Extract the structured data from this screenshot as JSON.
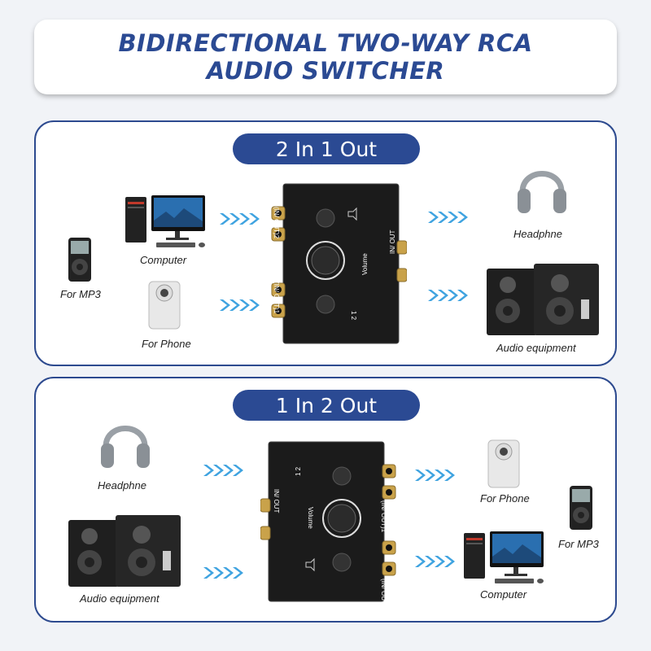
{
  "title": {
    "line1": "BIDIRECTIONAL TWO-WAY RCA",
    "line2": "AUDIO SWITCHER"
  },
  "top_panel": {
    "heading": "2 In 1 Out",
    "inputs": [
      "Computer",
      "For MP3",
      "For Phone"
    ],
    "outputs": [
      "Headphne",
      "Audio equipment"
    ],
    "device": {
      "port_label_a": "(IN/ OUT)2",
      "port_label_b": "(IN/ OUT)1",
      "port_label_c": "IN/ OUT",
      "volume_label": "Volume",
      "switch_marks": "1  2"
    }
  },
  "bottom_panel": {
    "heading": "1 In 2 Out",
    "inputs": [
      "Headphne",
      "Audio equipment"
    ],
    "outputs": [
      "For Phone",
      "For MP3",
      "Computer"
    ],
    "device": {
      "port_label_a": "(IN/ OUT)1",
      "port_label_b": "(IN/ OUT)2",
      "port_label_c": "IN/ OUT",
      "volume_label": "Volume",
      "switch_marks": "1  2"
    }
  },
  "colors": {
    "brand_blue": "#2b4a93",
    "arrow_blue": "#3fa3e0",
    "device_black": "#1b1b1b"
  }
}
